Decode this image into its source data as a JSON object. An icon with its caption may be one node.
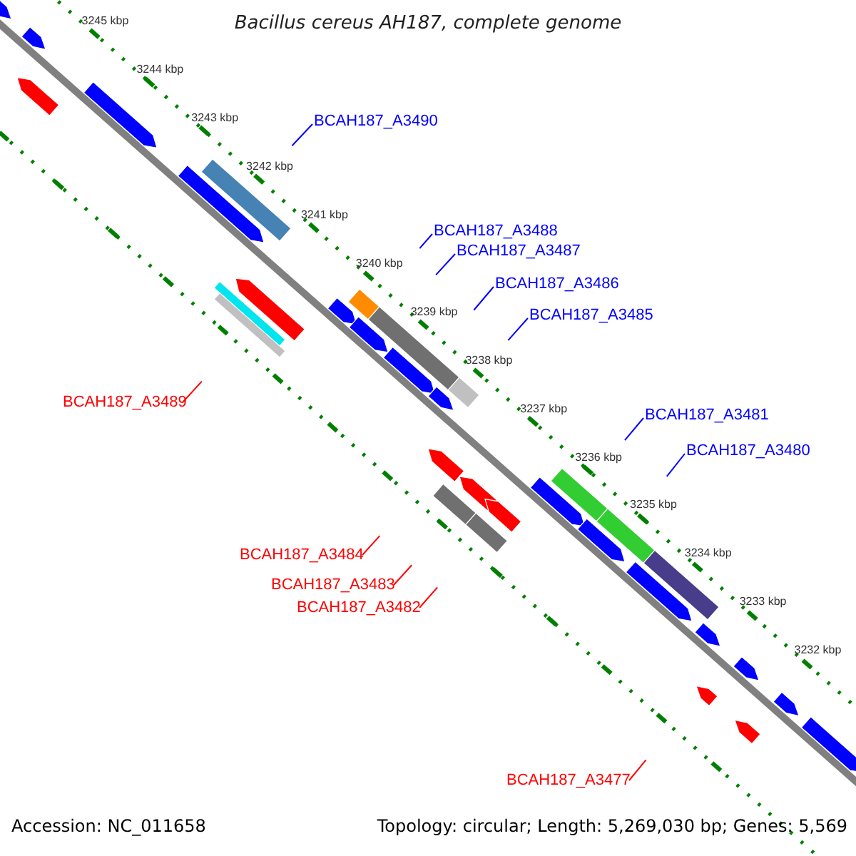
{
  "diagram": {
    "title": "Bacillus cereus AH187, complete genome",
    "nodes": [
      {
        "text": [
          "BCAH187_A3490"
        ]
      },
      {
        "text": [
          "BCAH187_A3488"
        ]
      },
      {
        "text": [
          "BCAH187_A3487"
        ]
      },
      {
        "text": [
          "BCAH187_A3486"
        ]
      },
      {
        "text": [
          "BCAH187_A3485"
        ]
      },
      {
        "text": [
          "BCAH187_A3489"
        ]
      },
      {
        "text": [
          "BCAH187_A3481"
        ]
      },
      {
        "text": [
          "BCAH187_A3480"
        ]
      },
      {
        "text": [
          "BCAH187_A3484"
        ]
      },
      {
        "text": [
          "BCAH187_A3483"
        ]
      },
      {
        "text": [
          "BCAH187_A3482"
        ]
      },
      {
        "text": [
          "BCAH187_A3477"
        ]
      }
    ],
    "edges": [
      {
        "from": 0,
        "to": null,
        "arrow": "none"
      },
      {
        "from": 1,
        "to": null,
        "arrow": "none"
      },
      {
        "from": 2,
        "to": null,
        "arrow": "none"
      },
      {
        "from": 3,
        "to": null,
        "arrow": "none"
      },
      {
        "from": 4,
        "to": null,
        "arrow": "none"
      },
      {
        "from": 5,
        "to": null,
        "arrow": "none",
        "color": "#ff0000"
      },
      {
        "from": 6,
        "to": null,
        "arrow": "none"
      },
      {
        "from": 7,
        "to": null,
        "arrow": "none"
      },
      {
        "from": 8,
        "to": null,
        "arrow": "none",
        "color": "#ff0000"
      },
      {
        "from": 9,
        "to": null,
        "arrow": "none",
        "color": "#ff0000"
      },
      {
        "from": 10,
        "to": null,
        "arrow": "none",
        "color": "#ff0000"
      },
      {
        "from": 11,
        "to": null,
        "arrow": "none",
        "color": "#ff0000"
      }
    ],
    "labels": [
      "3245 kbp",
      "3244 kbp",
      "3243 kbp",
      "3242 kbp",
      "3241 kbp",
      "3240 kbp",
      "3239 kbp",
      "3238 kbp",
      "3237 kbp",
      "3236 kbp",
      "3235 kbp",
      "3234 kbp",
      "3233 kbp",
      "3232 kbp",
      "Accession: NC_011658",
      "Topology: circular; Length: 5,269,030 bp; Genes: 5,569"
    ]
  }
}
